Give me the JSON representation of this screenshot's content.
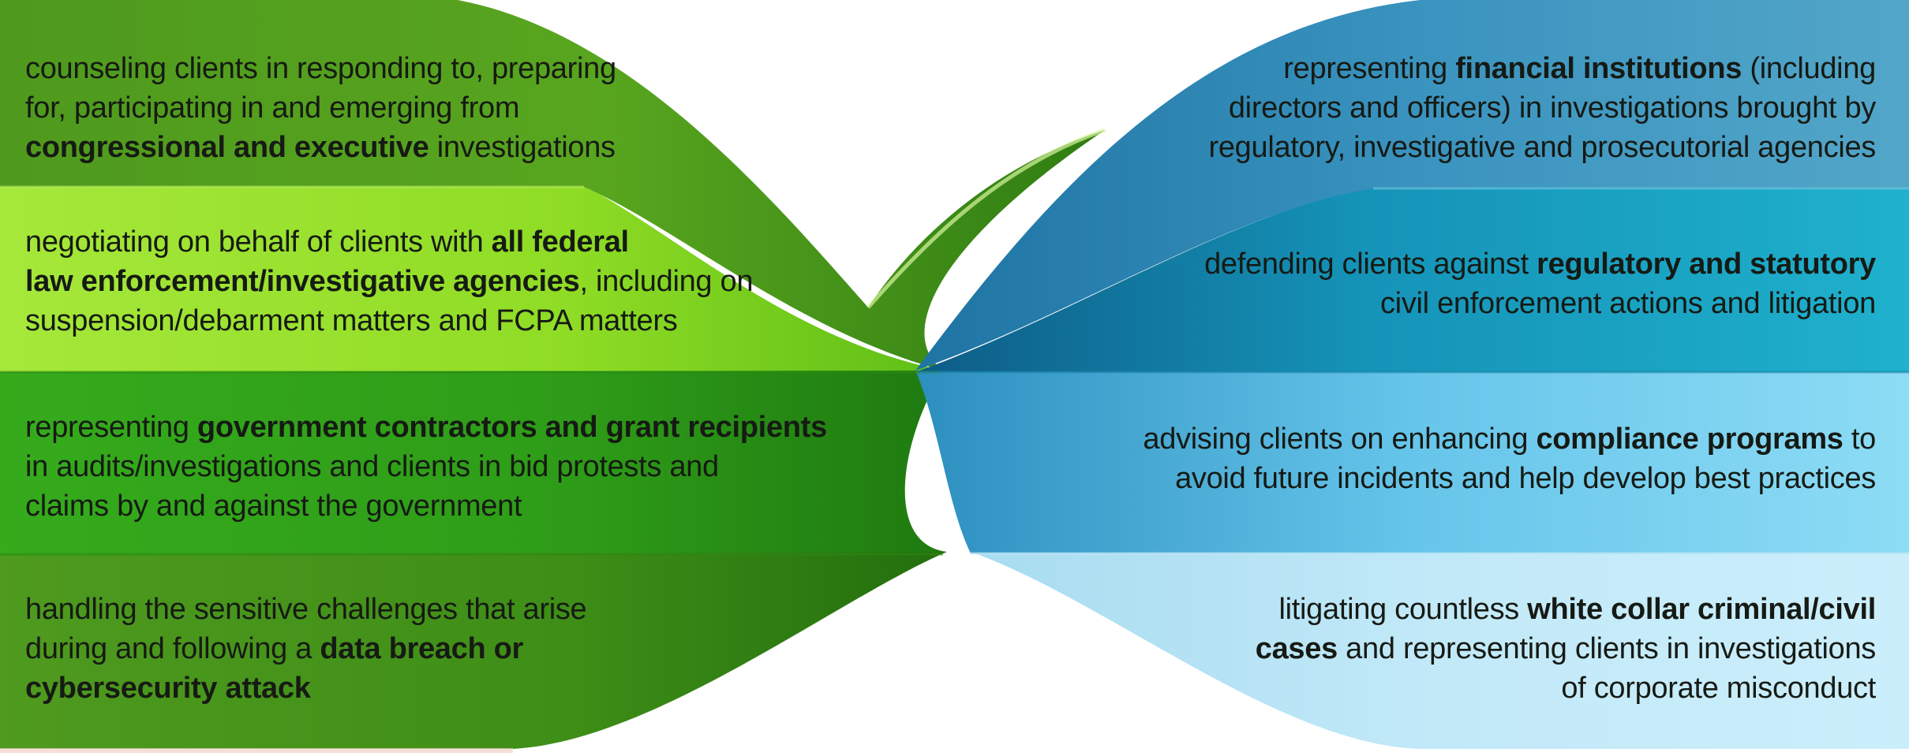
{
  "colors": {
    "left_band_1": "#4b9a1b",
    "left_band_2": "#9ee52c",
    "left_band_3": "#2fa51a",
    "left_band_4": "#3f9418",
    "right_band_1": "#3a9cc4",
    "right_band_2": "#1aa7c4",
    "right_band_3": "#7dd2ee",
    "right_band_4": "#c8ecf9",
    "text": "#161a14"
  },
  "left_items": [
    {
      "lines": [
        [
          {
            "t": "counseling clients in responding to, preparing",
            "b": false
          }
        ],
        [
          {
            "t": "for, participating in and emerging from",
            "b": false
          }
        ],
        [
          {
            "t": "congressional and executive",
            "b": true
          },
          {
            "t": " investigations",
            "b": false
          }
        ]
      ]
    },
    {
      "lines": [
        [
          {
            "t": "negotiating on behalf of clients with ",
            "b": false
          },
          {
            "t": "all federal",
            "b": true
          }
        ],
        [
          {
            "t": "law enforcement/investigative agencies",
            "b": true
          },
          {
            "t": ", including on",
            "b": false
          }
        ],
        [
          {
            "t": "suspension/debarment matters and FCPA matters",
            "b": false
          }
        ]
      ]
    },
    {
      "lines": [
        [
          {
            "t": "representing ",
            "b": false
          },
          {
            "t": "government contractors and grant recipients",
            "b": true
          }
        ],
        [
          {
            "t": "in audits/investigations and clients in bid protests and",
            "b": false
          }
        ],
        [
          {
            "t": "claims by and against the government",
            "b": false
          }
        ]
      ]
    },
    {
      "lines": [
        [
          {
            "t": "handling the sensitive challenges that arise",
            "b": false
          }
        ],
        [
          {
            "t": "during and following a ",
            "b": false
          },
          {
            "t": "data breach or",
            "b": true
          }
        ],
        [
          {
            "t": "cybersecurity attack",
            "b": true
          }
        ]
      ]
    }
  ],
  "right_items": [
    {
      "lines": [
        [
          {
            "t": "representing ",
            "b": false
          },
          {
            "t": "financial institutions",
            "b": true
          },
          {
            "t": " (including",
            "b": false
          }
        ],
        [
          {
            "t": "directors and officers) in investigations brought by",
            "b": false
          }
        ],
        [
          {
            "t": "regulatory, investigative and prosecutorial agencies",
            "b": false
          }
        ]
      ]
    },
    {
      "lines": [
        [
          {
            "t": "defending clients against ",
            "b": false
          },
          {
            "t": "regulatory and statutory",
            "b": true
          }
        ],
        [
          {
            "t": "civil enforcement actions and litigation",
            "b": false
          }
        ]
      ]
    },
    {
      "lines": [
        [
          {
            "t": "advising clients on enhancing ",
            "b": false
          },
          {
            "t": "compliance programs",
            "b": true
          },
          {
            "t": " to",
            "b": false
          }
        ],
        [
          {
            "t": "avoid future incidents and help develop best practices",
            "b": false
          }
        ]
      ]
    },
    {
      "lines": [
        [
          {
            "t": "litigating countless ",
            "b": false
          },
          {
            "t": "white collar criminal/civil",
            "b": true
          }
        ],
        [
          {
            "t": "cases",
            "b": true
          },
          {
            "t": " and representing clients in investigations",
            "b": false
          }
        ],
        [
          {
            "t": "of corporate misconduct",
            "b": false
          }
        ]
      ]
    }
  ]
}
